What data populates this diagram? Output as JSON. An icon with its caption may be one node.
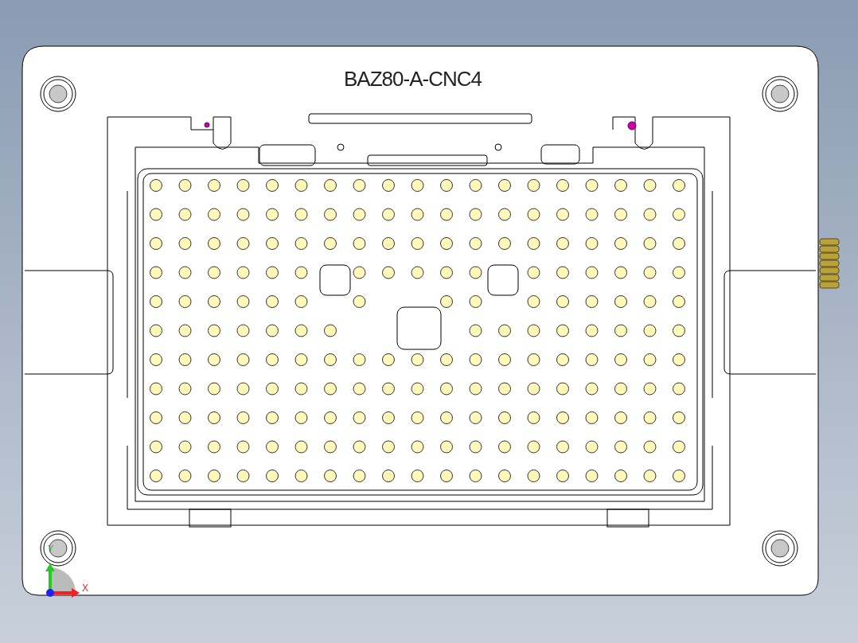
{
  "diagram": {
    "labels": [
      "BAZ80-A-CNC4",
      "Y",
      "X"
    ]
  }
}
